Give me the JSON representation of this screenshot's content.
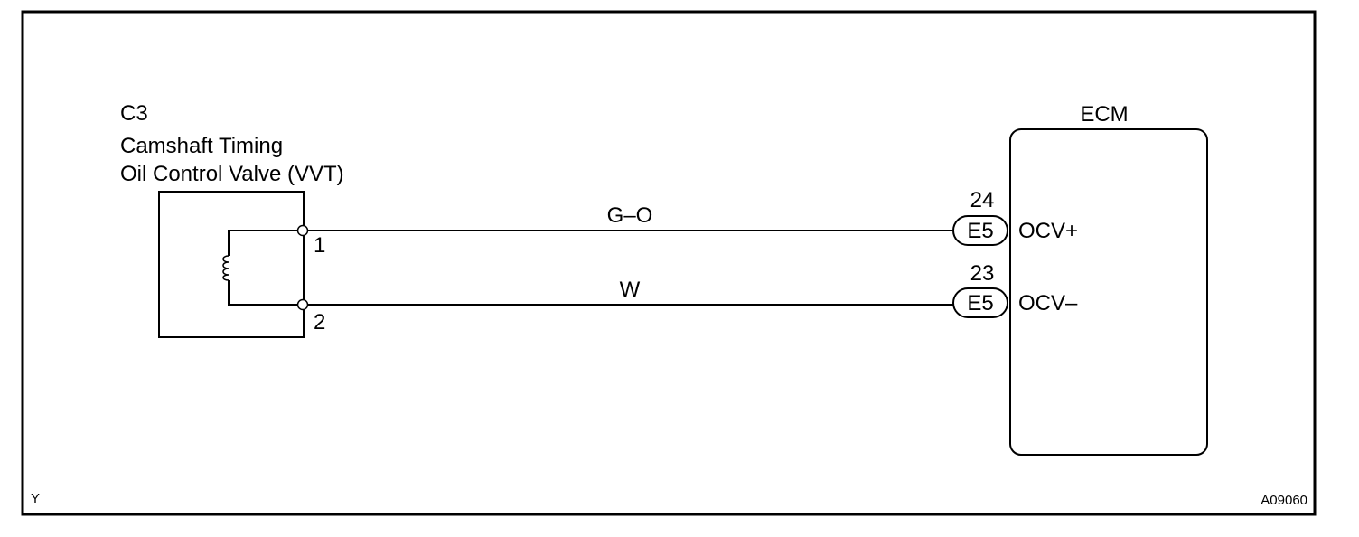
{
  "component": {
    "code": "C3",
    "name_line1": "Camshaft Timing",
    "name_line2": "Oil Control Valve (VVT)",
    "pin1": "1",
    "pin2": "2"
  },
  "ecm": {
    "title": "ECM",
    "connectors": [
      {
        "pin": "24",
        "connector": "E5",
        "signal": "OCV+"
      },
      {
        "pin": "23",
        "connector": "E5",
        "signal": "OCV–"
      }
    ]
  },
  "wires": [
    {
      "color_code": "G–O"
    },
    {
      "color_code": "W"
    }
  ],
  "corner": {
    "left": "Y",
    "right": "A09060"
  }
}
